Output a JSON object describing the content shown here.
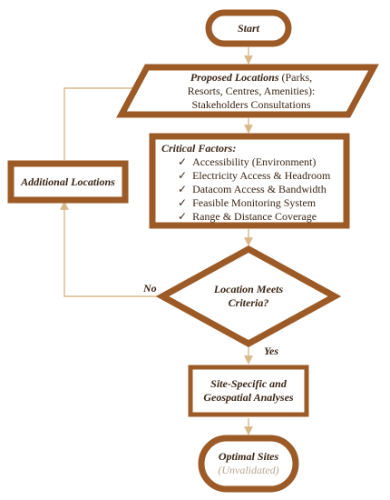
{
  "nodes": {
    "start": {
      "label": "Start"
    },
    "proposed": {
      "title": "Proposed Locations",
      "rest_line1": " (Parks,",
      "line2": "Resorts, Centres, Amenities):",
      "line3": "Stakeholders Consultations"
    },
    "critical": {
      "title": "Critical Factors:",
      "check_glyph": "✓",
      "items": [
        "Accessibility (Environment)",
        "Electricity Access & Headroom",
        "Datacom Access & Bandwidth",
        "Feasible Monitoring System",
        "Range & Distance Coverage"
      ]
    },
    "additional": {
      "label": "Additional Locations"
    },
    "decision": {
      "line1": "Location Meets",
      "line2": "Criteria?"
    },
    "analysis": {
      "line1": "Site-Specific and",
      "line2": "Geospatial Analyses"
    },
    "optimal": {
      "line1": "Optimal Sites",
      "line2": "(Unvalidated)"
    }
  },
  "edges": {
    "no_label": "No",
    "yes_label": "Yes"
  },
  "colors": {
    "border": "#9c5a26",
    "connector": "#d9b98a",
    "text": "#3a2515",
    "muted": "#b8a58e"
  }
}
